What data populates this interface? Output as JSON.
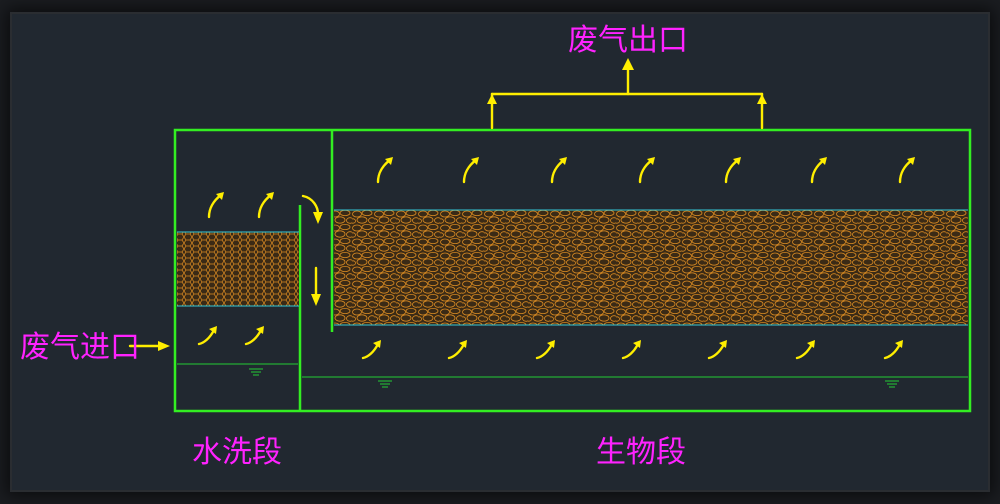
{
  "labels": {
    "outlet": "废气出口",
    "inlet": "废气进口",
    "wash_section": "水洗段",
    "bio_section": "生物段"
  },
  "colors": {
    "background": "#212830",
    "frame": "#33ee22",
    "text": "#ff22ff",
    "flow": "#ffee00",
    "packing": "#d88a22",
    "packing_border": "#33c8d8"
  },
  "icons": [
    "flow-arrow-icon",
    "water-level-icon"
  ]
}
